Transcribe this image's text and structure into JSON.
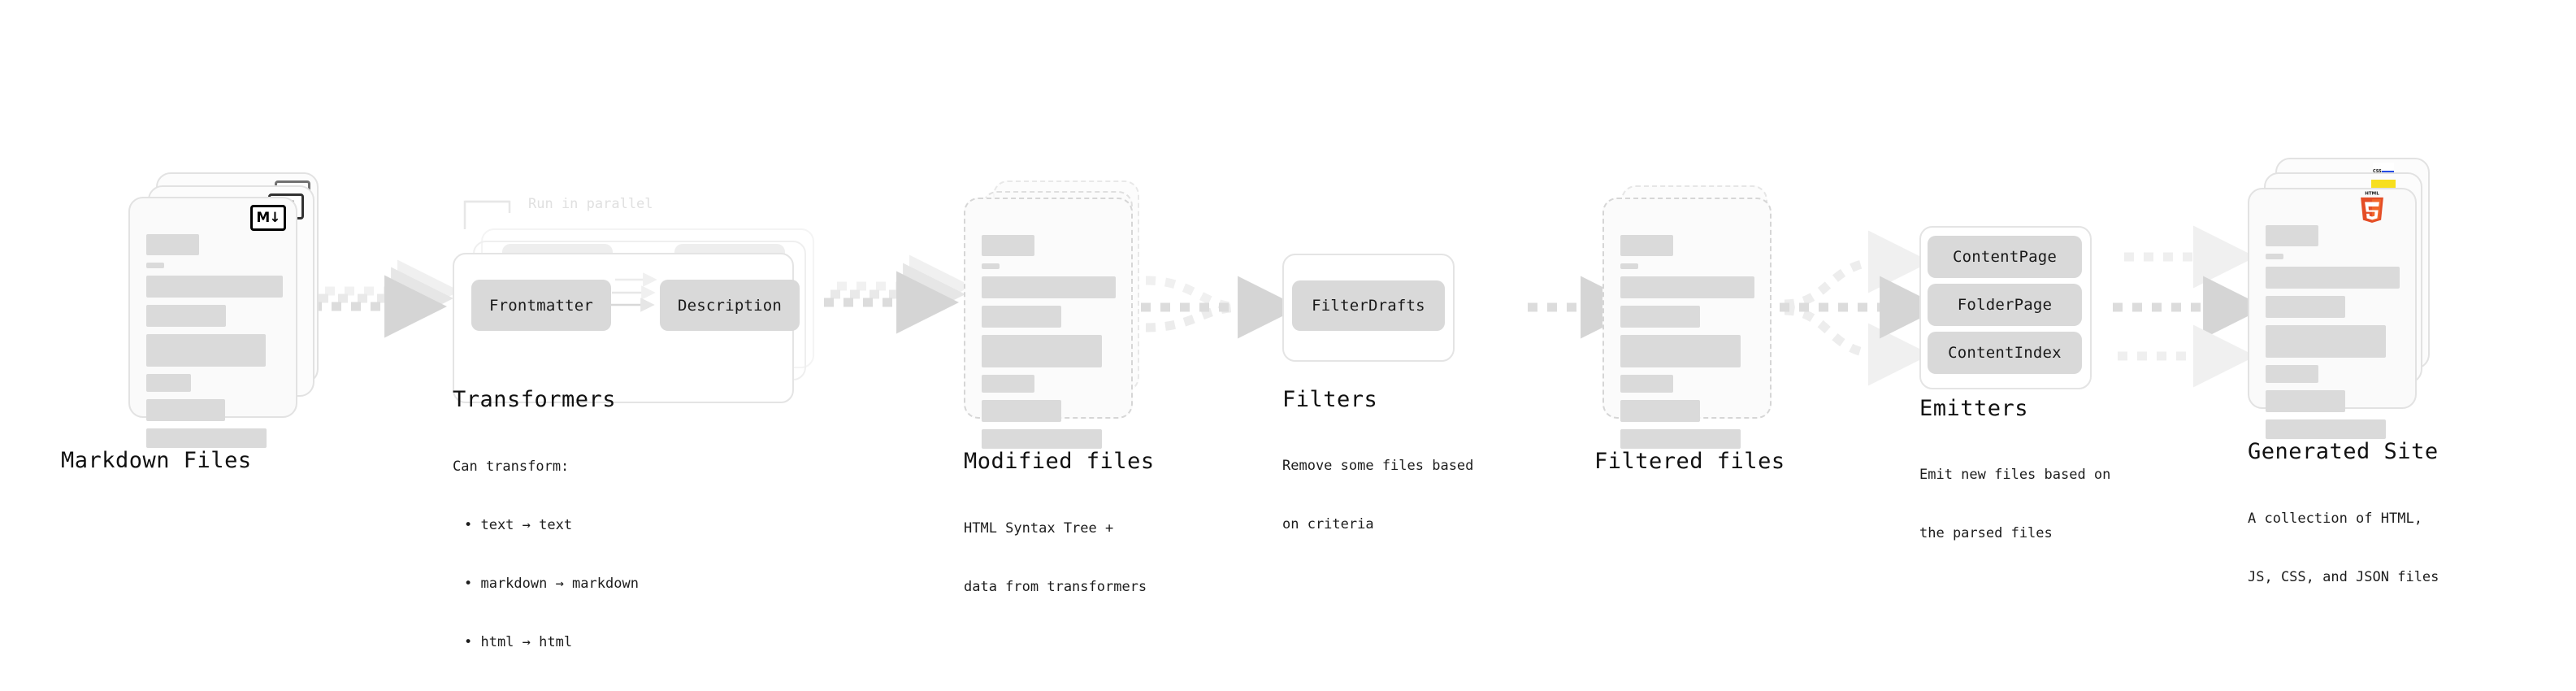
{
  "diagram": {
    "type": "pipeline-flow",
    "title_font": "monospace",
    "background": "#ffffff",
    "accent_colors": {
      "card_fill": "#fafafa",
      "card_border": "#e2e2e2",
      "line_fill": "#dadada",
      "chip_fill": "#d9d9d9",
      "arrow": "#d5d5d5",
      "text": "#111111",
      "ghost_text": "#e0e0e0",
      "html5_orange": "#e44d26",
      "js_yellow": "#f7df1e",
      "css_blue": "#264de4"
    }
  },
  "stages": [
    {
      "id": "markdown-files",
      "title": "Markdown Files",
      "subtitle": "",
      "badge": "markdown-icon",
      "badge_label": "M↓",
      "kind": "file-stack",
      "border": "solid"
    },
    {
      "id": "transformers",
      "title": "Transformers",
      "subtitle": "Can transform:\n  • text  →  text\n  • markdown  →  markdown\n  • html  →  html",
      "subtitle_lines": [
        "Can transform:",
        "• text → text",
        "• markdown → markdown",
        "• html → html"
      ],
      "annotation": "Run in parallel",
      "kind": "group-stack",
      "chips": [
        "Frontmatter",
        "Description"
      ]
    },
    {
      "id": "modified-files",
      "title": "Modified files",
      "subtitle": "HTML Syntax Tree +\ndata from transformers",
      "subtitle_lines": [
        "HTML Syntax Tree +",
        "data from transformers"
      ],
      "kind": "file-stack",
      "border": "dashed"
    },
    {
      "id": "filters",
      "title": "Filters",
      "subtitle": "Remove some files based\non criteria",
      "subtitle_lines": [
        "Remove some files based",
        "on criteria"
      ],
      "kind": "group",
      "chips": [
        "FilterDrafts"
      ]
    },
    {
      "id": "filtered-files",
      "title": "Filtered files",
      "subtitle": "",
      "subtitle_lines": [],
      "kind": "file-stack",
      "border": "dashed"
    },
    {
      "id": "emitters",
      "title": "Emitters",
      "subtitle": "Emit new files based on\nthe parsed files",
      "subtitle_lines": [
        "Emit new files based on",
        "the parsed files"
      ],
      "kind": "group",
      "chips": [
        "ContentPage",
        "FolderPage",
        "ContentIndex"
      ]
    },
    {
      "id": "generated-site",
      "title": "Generated Site",
      "subtitle": "A collection of HTML,\nJS, CSS, and JSON files",
      "subtitle_lines": [
        "A collection of HTML,",
        "JS, CSS, and JSON files"
      ],
      "kind": "file-stack",
      "border": "solid",
      "badges": [
        "html5-icon",
        "js-icon",
        "css-icon"
      ],
      "badge_labels": {
        "html5": "HTML",
        "html5_number": "5",
        "css": "CSS"
      }
    }
  ],
  "connectors": [
    {
      "from": "markdown-files",
      "to": "transformers",
      "style": "dotted-arrow-stack",
      "count": 3
    },
    {
      "from": "transformers",
      "to": "modified-files",
      "style": "dotted-arrow-stack",
      "count": 3
    },
    {
      "from": "modified-files",
      "to": "filters",
      "style": "dotted-arrow-merge",
      "count": 3
    },
    {
      "from": "filters",
      "to": "filtered-files",
      "style": "dotted-arrow",
      "count": 1
    },
    {
      "from": "filtered-files",
      "to": "emitters",
      "style": "dotted-arrow-split",
      "count": 3
    },
    {
      "from": "emitters",
      "to": "generated-site",
      "style": "dotted-arrow-parallel",
      "count": 3
    }
  ]
}
